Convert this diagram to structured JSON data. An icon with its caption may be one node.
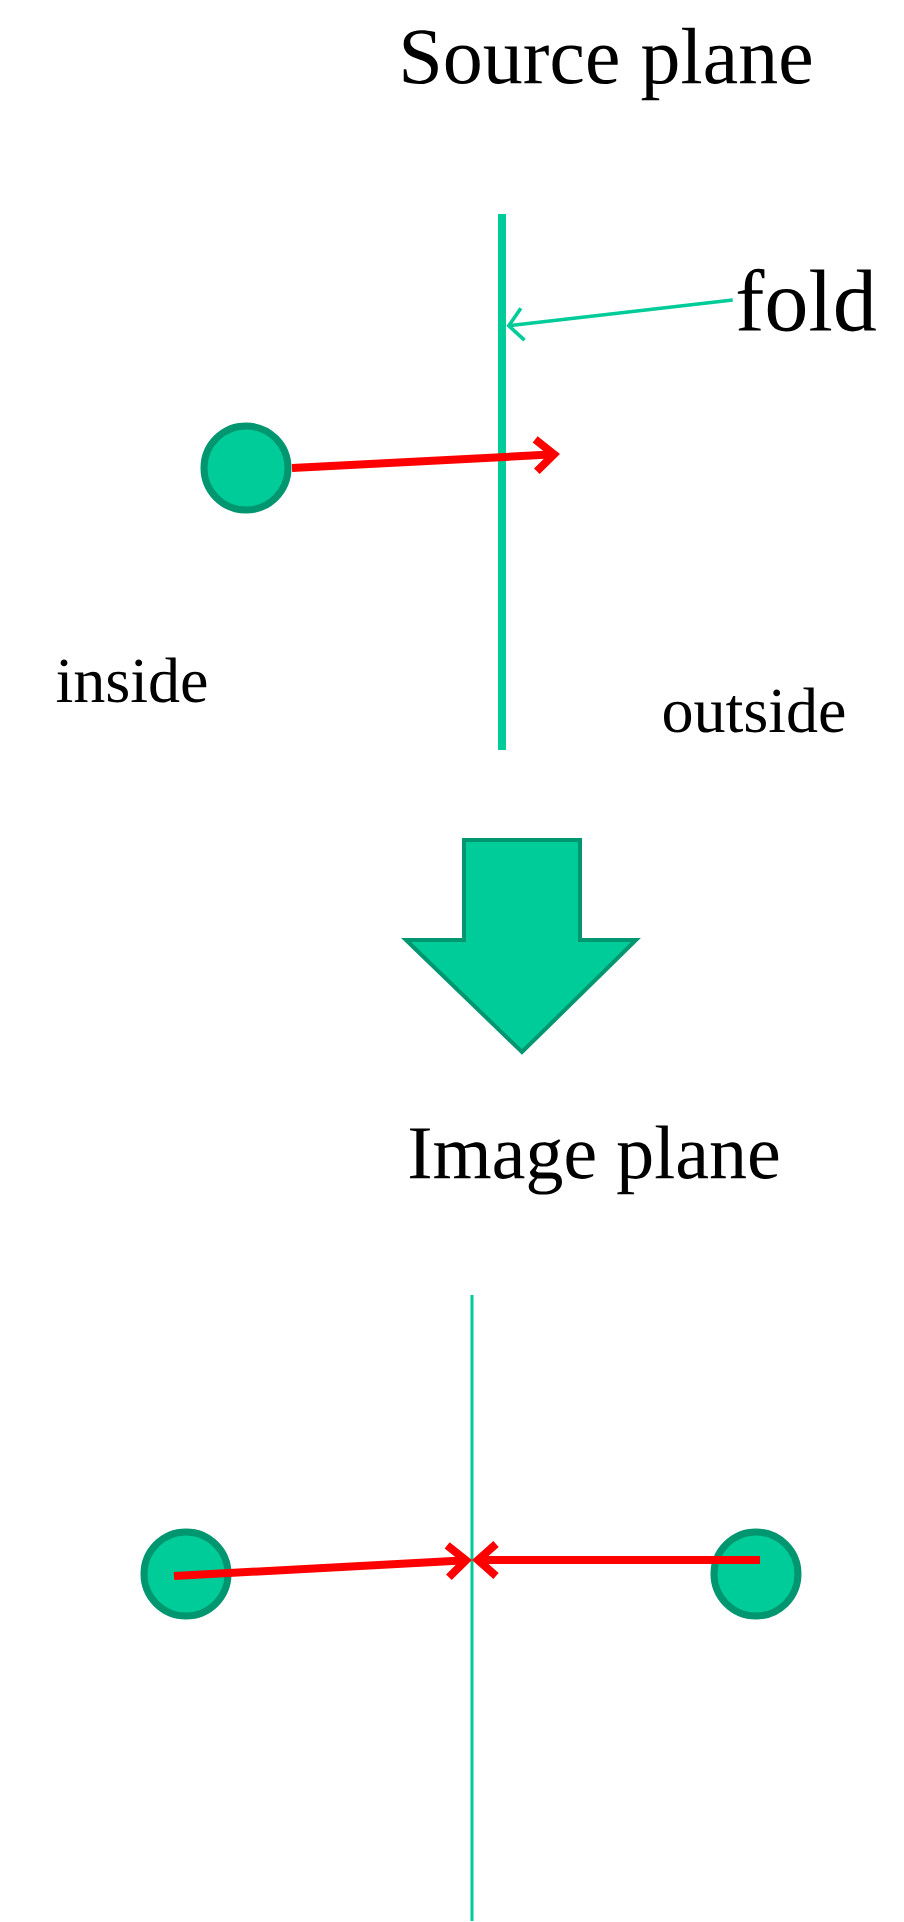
{
  "diagram": {
    "nodes": [
      {
        "text": [],
        "shape": "circle"
      },
      {
        "text": [
          "fold"
        ]
      },
      {
        "text": [],
        "shape": "bar"
      },
      {
        "text": [],
        "shape": "circle"
      },
      {
        "text": [],
        "shape": "circle"
      },
      {
        "text": [],
        "shape": "bar"
      }
    ],
    "edges": [
      {
        "from": 0,
        "to": null,
        "arrow": "to"
      },
      {
        "from": 1,
        "to": 2,
        "arrow": "to",
        "color": "#00cc99"
      },
      {
        "from": 3,
        "to": 5,
        "arrow": "to"
      },
      {
        "from": 4,
        "to": 5,
        "arrow": "to"
      }
    ],
    "labels": [
      "Source plane",
      "inside",
      "outside",
      "Image plane"
    ]
  }
}
